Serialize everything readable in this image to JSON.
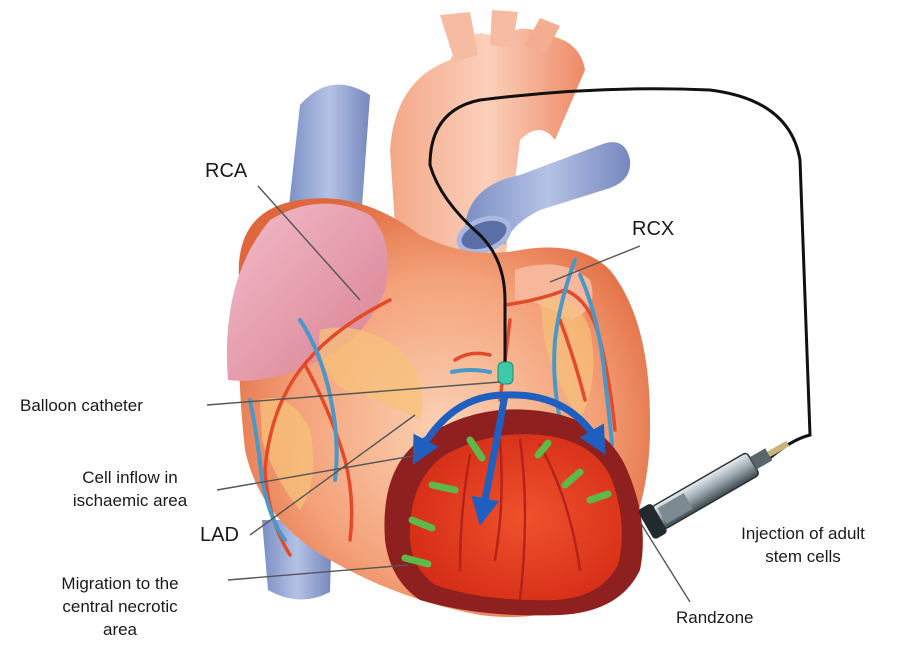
{
  "labels": {
    "rca": "RCA",
    "rcx": "RCX",
    "balloon": "Balloon catheter",
    "cell_inflow_1": "Cell inflow in",
    "cell_inflow_2": "ischaemic area",
    "lad": "LAD",
    "migration_1": "Migration to the",
    "migration_2": "central necrotic",
    "migration_3": "area",
    "injection_1": "Injection of adult",
    "injection_2": "stem cells",
    "randzone": "Randzone"
  },
  "colors": {
    "heart": "#f08a5a",
    "atrium": "#e9a0b0",
    "vein": "#8fa2cf",
    "infarct_rim": "#8f2020",
    "infarct_core": "#e8351f",
    "coronary_artery": "#e24a2a",
    "coronary_vein": "#4a98c8",
    "cell_arrow": "#1f5fc0",
    "stem_cells": "#5fb84a",
    "catheter": "#111111",
    "balloon": "#40c9a8"
  }
}
